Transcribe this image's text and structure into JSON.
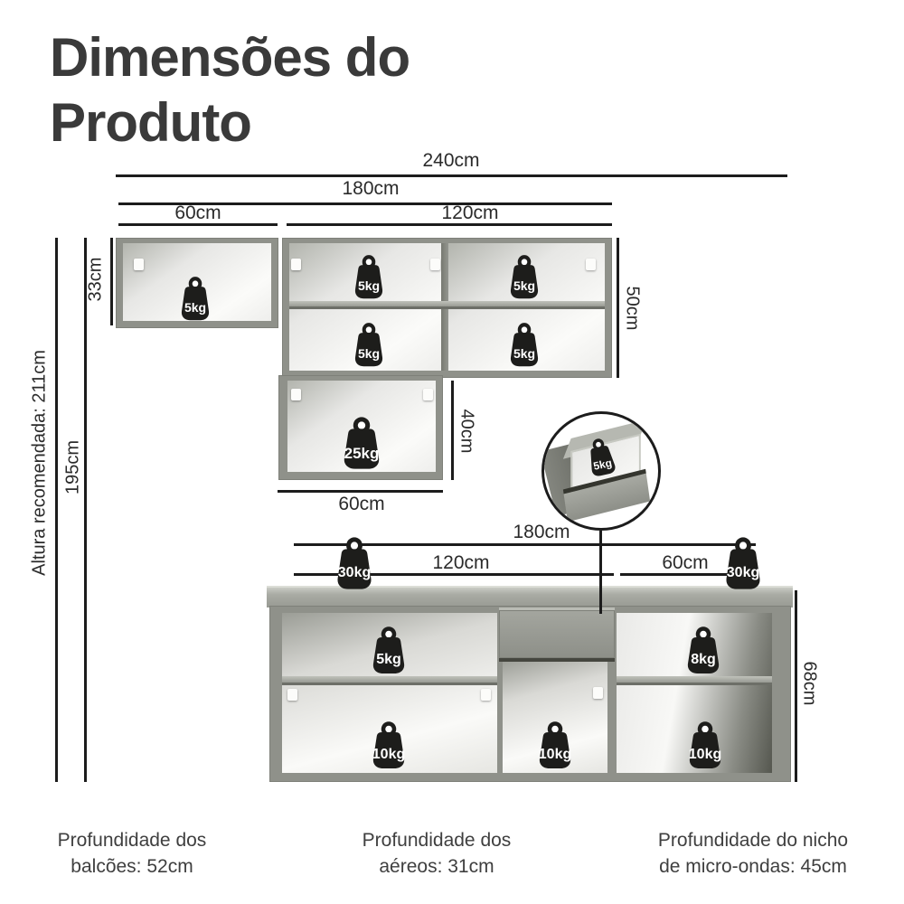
{
  "title": {
    "line1": "Dimensões do",
    "line2": "Produto"
  },
  "colors": {
    "text": "#3a3a3a",
    "dimension_line": "#1c1c1c",
    "cabinet_gray": "#8f918a",
    "weight_badge": "#1d1d1b",
    "weight_text": "#ffffff",
    "background": "#ffffff"
  },
  "dims": {
    "w240": {
      "label": "240cm"
    },
    "w180_top": {
      "label": "180cm"
    },
    "w60_top": {
      "label": "60cm"
    },
    "w120_top": {
      "label": "120cm"
    },
    "h33": {
      "label": "33cm"
    },
    "h50": {
      "label": "50cm"
    },
    "h40": {
      "label": "40cm"
    },
    "w60_mid": {
      "label": "60cm"
    },
    "h211": {
      "label": "Altura recomendada: 211cm"
    },
    "h195": {
      "label": "195cm"
    },
    "w180_bottom": {
      "label": "180cm"
    },
    "w120_bottom": {
      "label": "120cm"
    },
    "w60_bottom": {
      "label": "60cm"
    },
    "h68": {
      "label": "68cm"
    }
  },
  "weights": [
    {
      "location": "upper-left-cabinet",
      "label": "5kg"
    },
    {
      "location": "upper-mid-cabinet-top-left",
      "label": "5kg"
    },
    {
      "location": "upper-mid-cabinet-top-right",
      "label": "5kg"
    },
    {
      "location": "upper-mid-cabinet-bottom-left",
      "label": "5kg"
    },
    {
      "location": "upper-mid-cabinet-bottom-right",
      "label": "5kg"
    },
    {
      "location": "mid-small-cabinet",
      "label": "25kg"
    },
    {
      "location": "drawer-inset",
      "label": "5kg"
    },
    {
      "location": "countertop-left",
      "label": "30kg"
    },
    {
      "location": "countertop-right",
      "label": "30kg"
    },
    {
      "location": "lower-left-top",
      "label": "5kg"
    },
    {
      "location": "lower-left-bottom",
      "label": "10kg"
    },
    {
      "location": "lower-middle-niche",
      "label": "10kg"
    },
    {
      "location": "lower-right-top",
      "label": "8kg"
    },
    {
      "location": "lower-right-bottom",
      "label": "10kg"
    }
  ],
  "footnotes": [
    {
      "line1": "Profundidade dos",
      "line2": "balcões: 52cm"
    },
    {
      "line1": "Profundidade dos",
      "line2": "aéreos: 31cm"
    },
    {
      "line1": "Profundidade do nicho",
      "line2": "de micro-ondas: 45cm"
    }
  ]
}
